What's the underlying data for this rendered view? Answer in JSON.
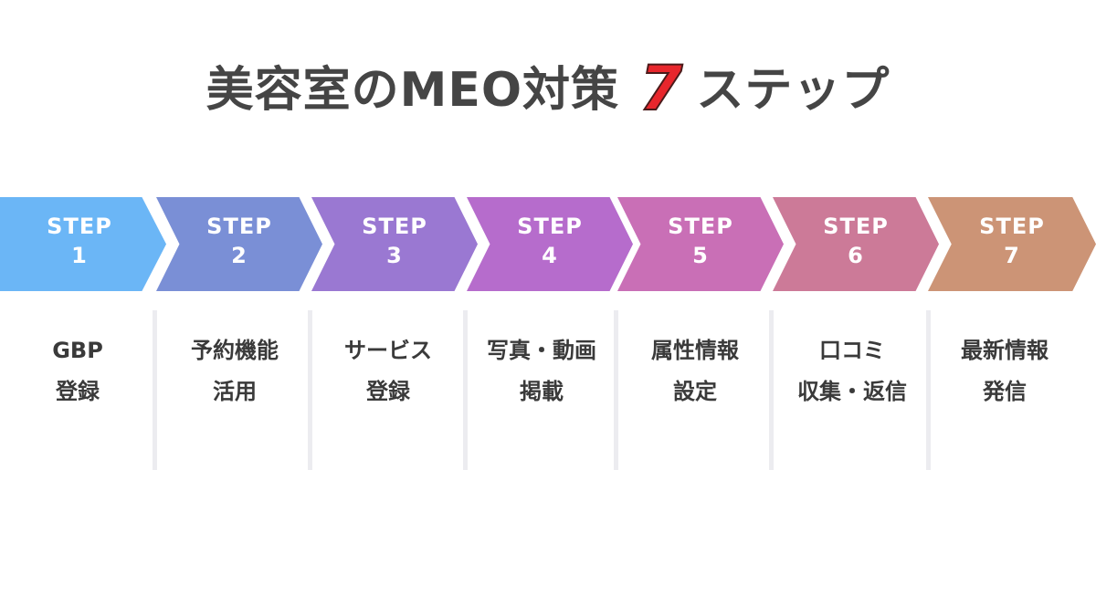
{
  "title": {
    "before": "美容室のMEO対策",
    "number": "7",
    "after": "ステップ"
  },
  "steps": [
    {
      "label": "STEP",
      "num": "1",
      "line1": "GBP",
      "line2": "登録",
      "color": "#6bb6f6"
    },
    {
      "label": "STEP",
      "num": "2",
      "line1": "予約機能",
      "line2": "活用",
      "color": "#7a8fd6"
    },
    {
      "label": "STEP",
      "num": "3",
      "line1": "サービス",
      "line2": "登録",
      "color": "#9a78d2"
    },
    {
      "label": "STEP",
      "num": "4",
      "line1": "写真・動画",
      "line2": "掲載",
      "color": "#b66ccc"
    },
    {
      "label": "STEP",
      "num": "5",
      "line1": "属性情報",
      "line2": "設定",
      "color": "#c96fb6"
    },
    {
      "label": "STEP",
      "num": "6",
      "line1": "口コミ",
      "line2": "収集・返信",
      "color": "#cc7a98"
    },
    {
      "label": "STEP",
      "num": "7",
      "line1": "最新情報",
      "line2": "発信",
      "color": "#cc9476"
    }
  ]
}
